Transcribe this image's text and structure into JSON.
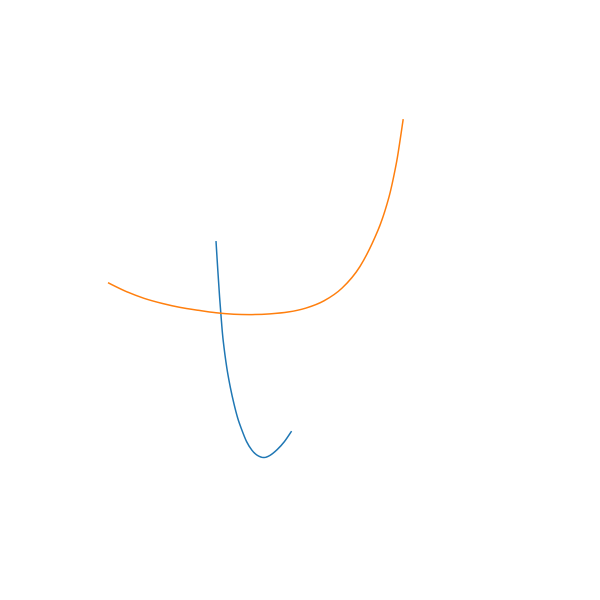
{
  "chart_data": {
    "type": "line",
    "title": "",
    "xlabel": "",
    "ylabel": "",
    "axes_visible": false,
    "grid": false,
    "legend": "none",
    "xlim": [
      0,
      10
    ],
    "ylim": [
      0,
      10
    ],
    "series": [
      {
        "color": "#1f77b4",
        "points": [
          [
            3.0,
            6.6
          ],
          [
            3.05,
            5.8
          ],
          [
            3.1,
            5.05
          ],
          [
            3.15,
            4.4
          ],
          [
            3.2,
            3.85
          ],
          [
            3.3,
            3.1
          ],
          [
            3.4,
            2.55
          ],
          [
            3.5,
            2.1
          ],
          [
            3.6,
            1.72
          ],
          [
            3.7,
            1.43
          ],
          [
            3.85,
            1.06
          ],
          [
            4.0,
            0.82
          ],
          [
            4.15,
            0.68
          ],
          [
            4.33,
            0.62
          ],
          [
            4.5,
            0.68
          ],
          [
            4.7,
            0.84
          ],
          [
            4.9,
            1.06
          ],
          [
            5.1,
            1.35
          ]
        ]
      },
      {
        "color": "#ff7f0e",
        "points": [
          [
            0.0,
            5.45
          ],
          [
            0.5,
            5.21
          ],
          [
            1.0,
            5.02
          ],
          [
            1.5,
            4.88
          ],
          [
            2.0,
            4.77
          ],
          [
            2.5,
            4.69
          ],
          [
            3.0,
            4.62
          ],
          [
            3.5,
            4.58
          ],
          [
            4.0,
            4.57
          ],
          [
            4.5,
            4.59
          ],
          [
            5.0,
            4.64
          ],
          [
            5.5,
            4.75
          ],
          [
            6.0,
            4.95
          ],
          [
            6.5,
            5.3
          ],
          [
            7.0,
            5.9
          ],
          [
            7.5,
            6.9
          ],
          [
            7.8,
            7.8
          ],
          [
            8.0,
            8.7
          ],
          [
            8.1,
            9.3
          ],
          [
            8.2,
            9.97
          ]
        ]
      }
    ]
  }
}
